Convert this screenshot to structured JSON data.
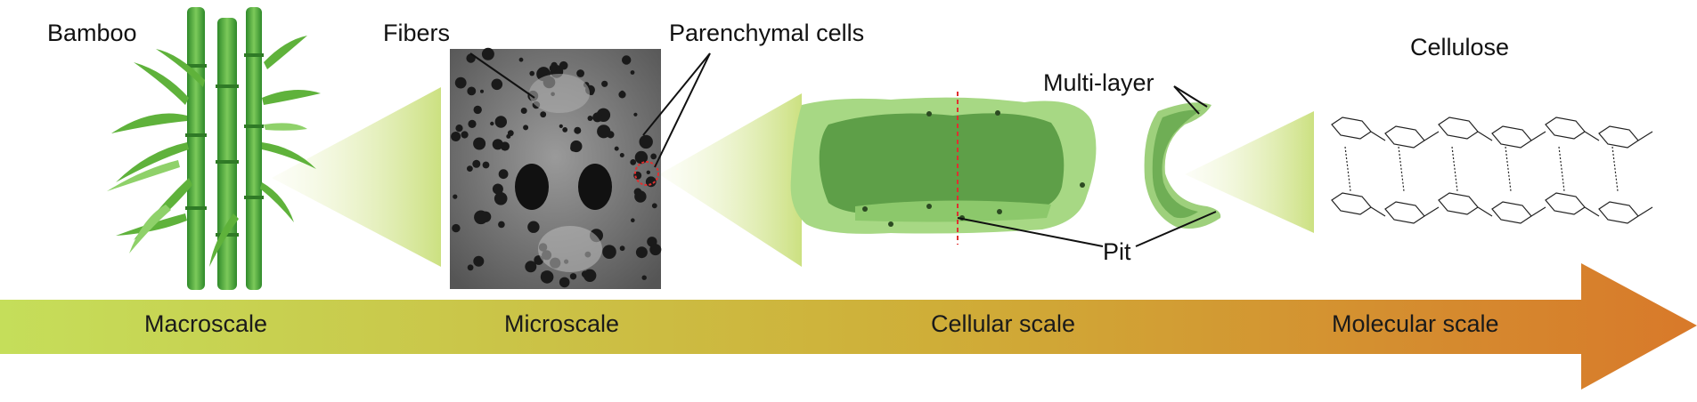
{
  "labels": {
    "bamboo": "Bamboo",
    "fibers": "Fibers",
    "parenchymal": "Parenchymal cells",
    "multilayer": "Multi-layer",
    "pit": "Pit",
    "cellulose": "Cellulose"
  },
  "scales": [
    "Macroscale",
    "Microscale",
    "Cellular scale",
    "Molecular scale"
  ],
  "colors": {
    "arrow_start": "#c5de5a",
    "arrow_end": "#d8792a",
    "cone": "#c9df7a",
    "bamboo_stem": "#4aa63a",
    "cell_outer": "#9fd27c",
    "cell_inner": "#5fa04a",
    "section_bg": "#6b6b6b",
    "guide_line": "#e03030"
  },
  "icons": [
    "bamboo-illustration",
    "micrograph-image",
    "cell-illustration",
    "wall-fragment-illustration",
    "cellulose-structure-illustration"
  ]
}
